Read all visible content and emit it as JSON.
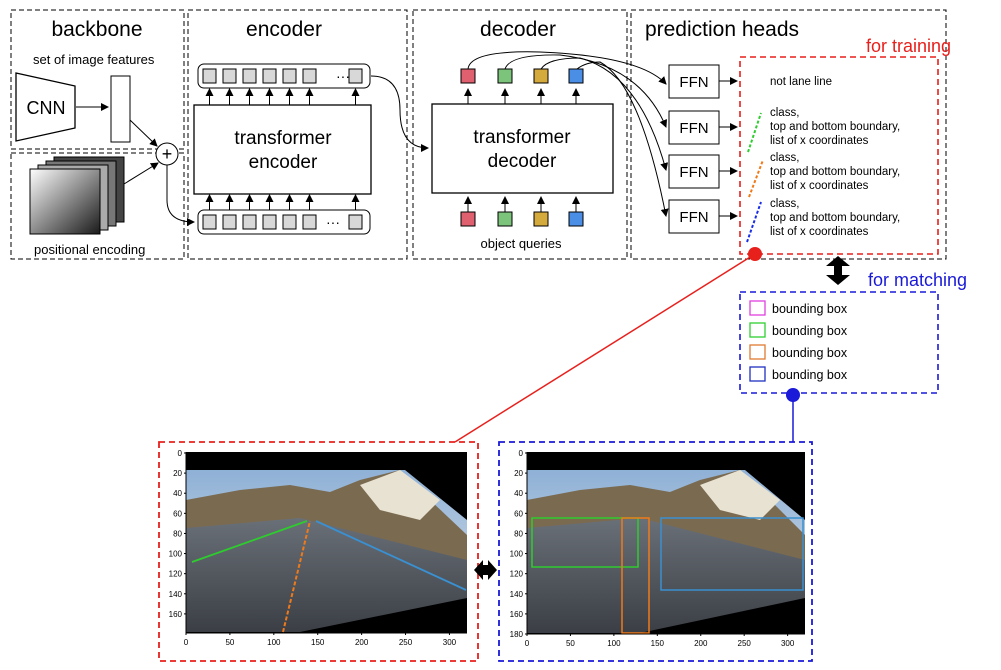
{
  "sections": {
    "backbone": "backbone",
    "encoder": "encoder",
    "decoder": "decoder",
    "prediction_heads": "prediction heads"
  },
  "backbone": {
    "features_label": "set of image features",
    "cnn_label": "CNN",
    "positional_label": "positional encoding",
    "plus": "+"
  },
  "encoder": {
    "box_line1": "transformer",
    "box_line2": "encoder",
    "ellipsis": "···"
  },
  "decoder": {
    "box_line1": "transformer",
    "box_line2": "decoder",
    "queries_label": "object queries",
    "query_colors": [
      "#e06070",
      "#7cc47c",
      "#d4aa3c",
      "#4a8ee6"
    ]
  },
  "heads": {
    "ffn_label": "FFN",
    "training_label": "for training",
    "matching_label": "for matching",
    "not_lane": "not lane line",
    "outputs": [
      {
        "l1": "class,",
        "l2": "top and bottom boundary,",
        "l3": "list of x coordinates",
        "color": "#2ecc2e"
      },
      {
        "l1": "class,",
        "l2": "top and bottom boundary,",
        "l3": "list of x coordinates",
        "color": "#f07a1a"
      },
      {
        "l1": "class,",
        "l2": "top and bottom boundary,",
        "l3": "list of x coordinates",
        "color": "#1a2ee6"
      }
    ],
    "bbox": [
      {
        "label": "bounding box",
        "color": "#e040e0"
      },
      {
        "label": "bounding box",
        "color": "#30d030"
      },
      {
        "label": "bounding box",
        "color": "#e07a30"
      },
      {
        "label": "bounding box",
        "color": "#2030c0"
      }
    ]
  },
  "plots": {
    "left": {
      "y_ticks": [
        "0",
        "20",
        "40",
        "60",
        "80",
        "100",
        "120",
        "140",
        "160"
      ],
      "x_ticks": [
        "0",
        "50",
        "100",
        "150",
        "200",
        "250",
        "300"
      ]
    },
    "right": {
      "y_ticks": [
        "0",
        "20",
        "40",
        "60",
        "80",
        "100",
        "120",
        "140",
        "160",
        "180"
      ],
      "x_ticks": [
        "0",
        "50",
        "100",
        "150",
        "200",
        "250",
        "300"
      ]
    }
  },
  "colors": {
    "training": "#e8201c",
    "matching": "#1a1ad8"
  }
}
